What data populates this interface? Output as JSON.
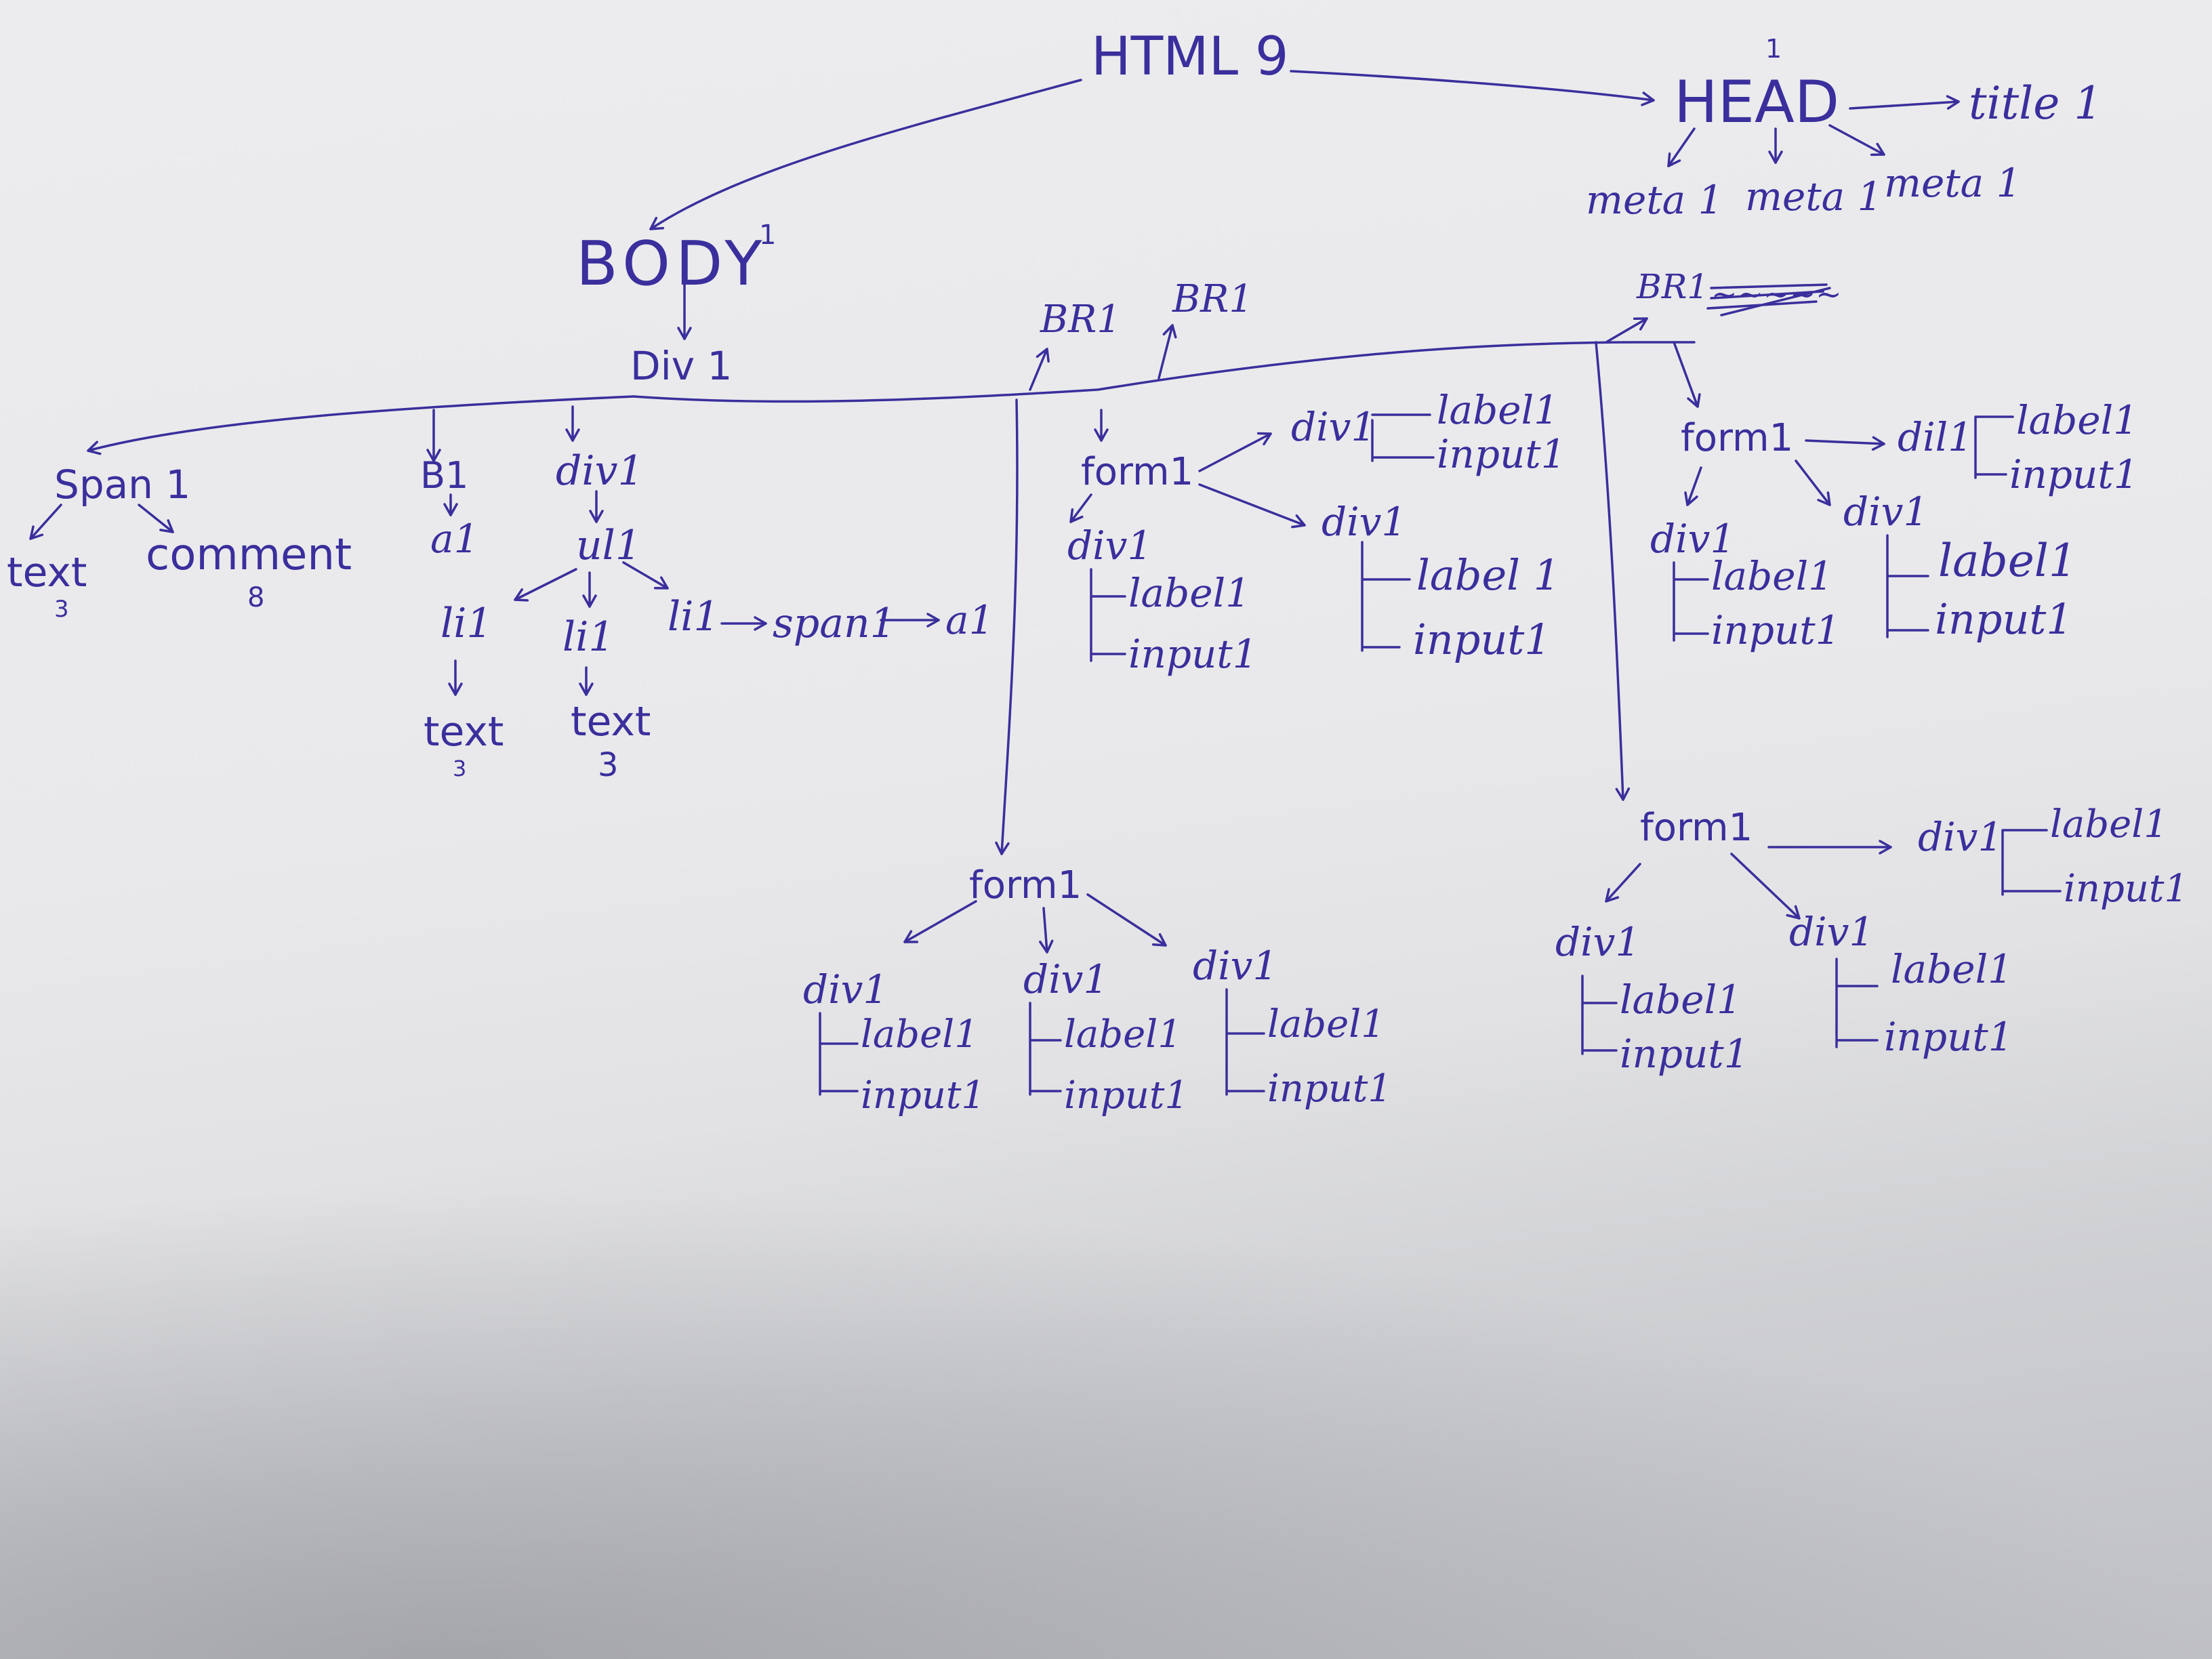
{
  "ink_color": "#3a2f9c",
  "paper_color": "#ececee",
  "head_branch": {
    "html": "HTML 9",
    "head": "HEAD",
    "head_superscript": "1",
    "title": "title 1",
    "metas": [
      "meta 1",
      "meta 1",
      "meta 1"
    ]
  },
  "body_branch": {
    "body": "BODY",
    "body_superscript": "1",
    "div": "Div 1",
    "span": {
      "label": "Span 1",
      "children": [
        {
          "label": "text",
          "count": "3"
        },
        {
          "label": "comment",
          "count": "8"
        }
      ]
    },
    "b": {
      "label": "B1",
      "child": "a1"
    },
    "nested_div": {
      "label": "div1",
      "ul": "ul1",
      "items": [
        {
          "label": "li1",
          "child": "text",
          "count": "3"
        },
        {
          "label": "li1",
          "child": "text",
          "count": "3"
        },
        {
          "label": "li1",
          "chain": [
            "span1",
            "a1"
          ]
        }
      ]
    },
    "brs": [
      "BR1",
      "BR1",
      "BR1"
    ],
    "struck_text": "~~~~~",
    "forms": [
      {
        "label": "form1",
        "divs": [
          {
            "div": "div1",
            "label": "label1",
            "input": "input1"
          },
          {
            "div": "div1",
            "label": "label1",
            "input": "input1"
          },
          {
            "div": "div1",
            "label": "label1",
            "input": "input1"
          }
        ]
      },
      {
        "label": "form1",
        "divs": [
          {
            "div": "div1",
            "label": "label1",
            "input": "input1"
          },
          {
            "div": "div1",
            "label": "label1",
            "input": "input1"
          },
          {
            "div": "div1",
            "label": "label 1",
            "input": "input1"
          }
        ]
      },
      {
        "label": "form1",
        "divs": [
          {
            "div": "dil1",
            "label": "label1",
            "input": "input1"
          },
          {
            "div": "div1",
            "label": "label1",
            "input": "input1"
          },
          {
            "div": "div1",
            "label": "label1",
            "input": "input1"
          }
        ]
      },
      {
        "label": "form1",
        "divs": [
          {
            "div": "div1",
            "label": "label1",
            "input": "input1"
          },
          {
            "div": "div1",
            "label": "label1",
            "input": "input1"
          },
          {
            "div": "div1",
            "label": "label1",
            "input": "input1"
          }
        ]
      }
    ]
  }
}
